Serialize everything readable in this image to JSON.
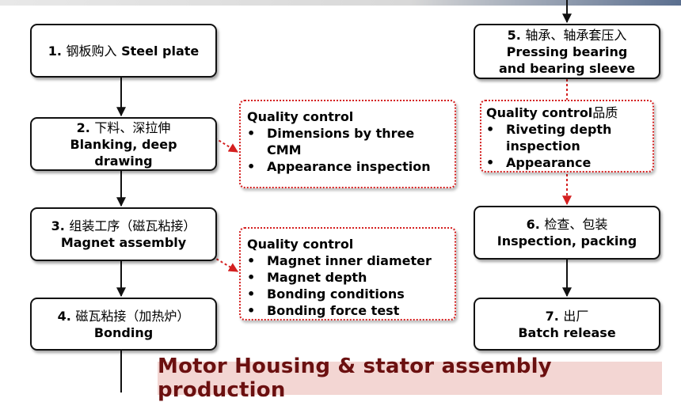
{
  "steps": [
    {
      "num": "1.",
      "cn": "钢板购入",
      "en": "Steel plate"
    },
    {
      "num": "2.",
      "cn": "下料、深拉伸",
      "en1": "Blanking, deep",
      "en2": "drawing"
    },
    {
      "num": "3.",
      "cn": "组装工序（磁瓦粘接）",
      "en": "Magnet assembly"
    },
    {
      "num": "4.",
      "cn": "磁瓦粘接（加热炉）",
      "en": "Bonding"
    },
    {
      "num": "5.",
      "cn": "轴承、轴承套压入",
      "en1": "Pressing bearing",
      "en2": "and bearing sleeve"
    },
    {
      "num": "6.",
      "cn": "检查、包装",
      "en": "Inspection, packing"
    },
    {
      "num": "7.",
      "cn": "出厂",
      "en": "Batch release"
    }
  ],
  "qc": [
    {
      "title": "Quality control",
      "title_cn": "",
      "items": [
        "Dimensions by three CMM",
        "Appearance inspection"
      ]
    },
    {
      "title": "Quality control",
      "title_cn": "",
      "items": [
        "Magnet inner diameter",
        "Magnet depth",
        "Bonding conditions",
        "Bonding force test"
      ]
    },
    {
      "title": "Quality control",
      "title_cn": "品质",
      "items": [
        "Riveting depth inspection",
        "Appearance"
      ]
    }
  ],
  "banner": "Motor Housing & stator assembly production",
  "colors": {
    "box_border": "#111111",
    "qc_border": "#d42020",
    "banner_bg": "#f3d6d3",
    "banner_text": "#6b1010"
  }
}
